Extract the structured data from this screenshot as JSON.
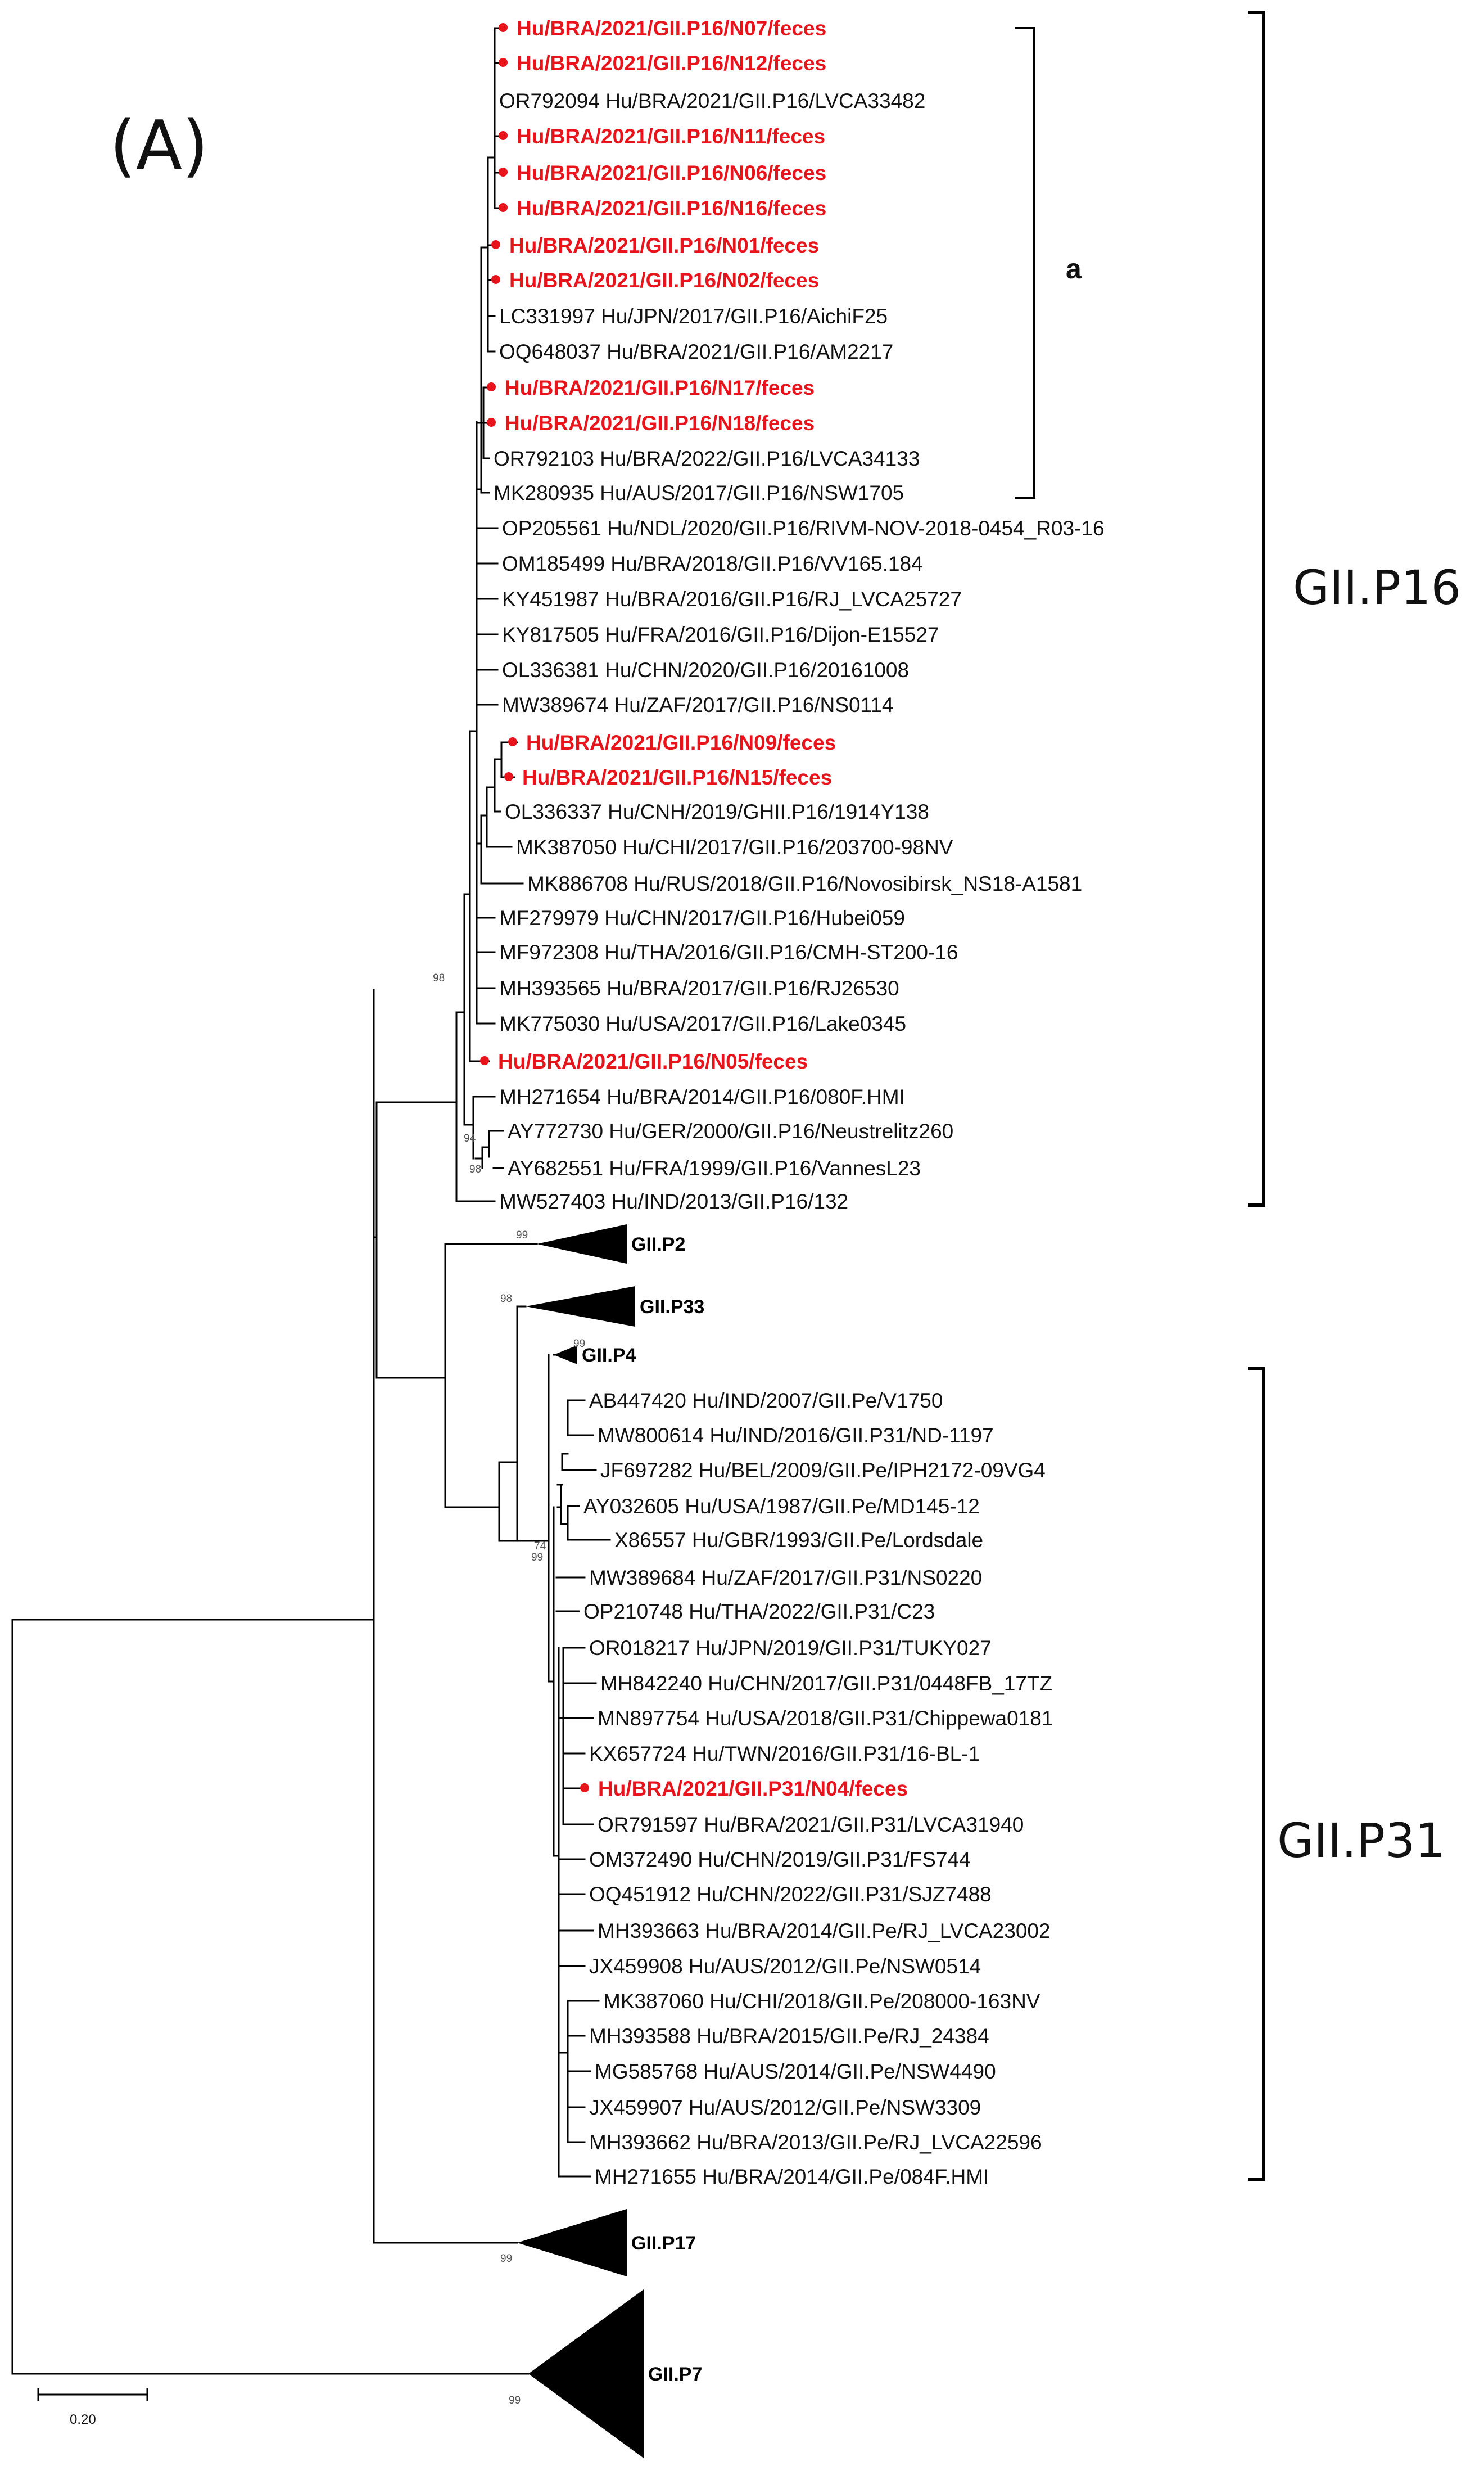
{
  "panel_label": "(A)",
  "subclade_label": "a",
  "genogroups": {
    "gii_p16": "GII.P16",
    "gii_p31": "GII.P31"
  },
  "highlight_color": "#e8141c",
  "leaves": [
    {
      "label": "Hu/BRA/2021/GII.P16/N07/feces",
      "hl": true
    },
    {
      "label": "Hu/BRA/2021/GII.P16/N12/feces",
      "hl": true
    },
    {
      "label": "OR792094 Hu/BRA/2021/GII.P16/LVCA33482",
      "hl": false
    },
    {
      "label": "Hu/BRA/2021/GII.P16/N11/feces",
      "hl": true
    },
    {
      "label": "Hu/BRA/2021/GII.P16/N06/feces",
      "hl": true
    },
    {
      "label": "Hu/BRA/2021/GII.P16/N16/feces",
      "hl": true
    },
    {
      "label": "Hu/BRA/2021/GII.P16/N01/feces",
      "hl": true
    },
    {
      "label": "Hu/BRA/2021/GII.P16/N02/feces",
      "hl": true
    },
    {
      "label": "LC331997 Hu/JPN/2017/GII.P16/AichiF25",
      "hl": false
    },
    {
      "label": "OQ648037 Hu/BRA/2021/GII.P16/AM2217",
      "hl": false
    },
    {
      "label": "Hu/BRA/2021/GII.P16/N17/feces",
      "hl": true
    },
    {
      "label": "Hu/BRA/2021/GII.P16/N18/feces",
      "hl": true
    },
    {
      "label": "OR792103 Hu/BRA/2022/GII.P16/LVCA34133",
      "hl": false
    },
    {
      "label": "MK280935 Hu/AUS/2017/GII.P16/NSW1705",
      "hl": false
    },
    {
      "label": "OP205561 Hu/NDL/2020/GII.P16/RIVM-NOV-2018-0454_R03-16",
      "hl": false
    },
    {
      "label": "OM185499 Hu/BRA/2018/GII.P16/VV165.184",
      "hl": false
    },
    {
      "label": "KY451987 Hu/BRA/2016/GII.P16/RJ_LVCA25727",
      "hl": false
    },
    {
      "label": "KY817505 Hu/FRA/2016/GII.P16/Dijon-E15527",
      "hl": false
    },
    {
      "label": "OL336381 Hu/CHN/2020/GII.P16/20161008",
      "hl": false
    },
    {
      "label": "MW389674 Hu/ZAF/2017/GII.P16/NS0114",
      "hl": false
    },
    {
      "label": "Hu/BRA/2021/GII.P16/N09/feces",
      "hl": true
    },
    {
      "label": "Hu/BRA/2021/GII.P16/N15/feces",
      "hl": true
    },
    {
      "label": "OL336337 Hu/CNH/2019/GHII.P16/1914Y138",
      "hl": false
    },
    {
      "label": "MK387050 Hu/CHI/2017/GII.P16/203700-98NV",
      "hl": false
    },
    {
      "label": "MK886708 Hu/RUS/2018/GII.P16/Novosibirsk_NS18-A1581",
      "hl": false
    },
    {
      "label": "MF279979 Hu/CHN/2017/GII.P16/Hubei059",
      "hl": false
    },
    {
      "label": "MF972308 Hu/THA/2016/GII.P16/CMH-ST200-16",
      "hl": false
    },
    {
      "label": "MH393565 Hu/BRA/2017/GII.P16/RJ26530",
      "hl": false
    },
    {
      "label": "MK775030 Hu/USA/2017/GII.P16/Lake0345",
      "hl": false
    },
    {
      "label": "Hu/BRA/2021/GII.P16/N05/feces",
      "hl": true
    },
    {
      "label": "MH271654 Hu/BRA/2014/GII.P16/080F.HMI",
      "hl": false
    },
    {
      "label": "AY772730 Hu/GER/2000/GII.P16/Neustrelitz260",
      "hl": false
    },
    {
      "label": "AY682551 Hu/FRA/1999/GII.P16/VannesL23",
      "hl": false
    },
    {
      "label": "MW527403 Hu/IND/2013/GII.P16/132",
      "hl": false
    },
    {
      "label": "GII.P2",
      "collapsed": true
    },
    {
      "label": "GII.P33",
      "collapsed": true
    },
    {
      "label": "GII.P4",
      "collapsed": true
    },
    {
      "label": "AB447420 Hu/IND/2007/GII.Pe/V1750",
      "hl": false
    },
    {
      "label": "MW800614 Hu/IND/2016/GII.P31/ND-1197",
      "hl": false
    },
    {
      "label": "JF697282 Hu/BEL/2009/GII.Pe/IPH2172-09VG4",
      "hl": false
    },
    {
      "label": "AY032605 Hu/USA/1987/GII.Pe/MD145-12",
      "hl": false
    },
    {
      "label": "X86557 Hu/GBR/1993/GII.Pe/Lordsdale",
      "hl": false
    },
    {
      "label": "MW389684 Hu/ZAF/2017/GII.P31/NS0220",
      "hl": false
    },
    {
      "label": "OP210748 Hu/THA/2022/GII.P31/C23",
      "hl": false
    },
    {
      "label": "OR018217 Hu/JPN/2019/GII.P31/TUKY027",
      "hl": false
    },
    {
      "label": "MH842240 Hu/CHN/2017/GII.P31/0448FB_17TZ",
      "hl": false
    },
    {
      "label": "MN897754 Hu/USA/2018/GII.P31/Chippewa0181",
      "hl": false
    },
    {
      "label": "KX657724 Hu/TWN/2016/GII.P31/16-BL-1",
      "hl": false
    },
    {
      "label": "Hu/BRA/2021/GII.P31/N04/feces",
      "hl": true
    },
    {
      "label": "OR791597 Hu/BRA/2021/GII.P31/LVCA31940",
      "hl": false
    },
    {
      "label": "OM372490 Hu/CHN/2019/GII.P31/FS744",
      "hl": false
    },
    {
      "label": "OQ451912 Hu/CHN/2022/GII.P31/SJZ7488",
      "hl": false
    },
    {
      "label": "MH393663 Hu/BRA/2014/GII.Pe/RJ_LVCA23002",
      "hl": false
    },
    {
      "label": "JX459908 Hu/AUS/2012/GII.Pe/NSW0514",
      "hl": false
    },
    {
      "label": "MK387060 Hu/CHI/2018/GII.Pe/208000-163NV",
      "hl": false
    },
    {
      "label": "MH393588 Hu/BRA/2015/GII.Pe/RJ_24384",
      "hl": false
    },
    {
      "label": "MG585768 Hu/AUS/2014/GII.Pe/NSW4490",
      "hl": false
    },
    {
      "label": "JX459907 Hu/AUS/2012/GII.Pe/NSW3309",
      "hl": false
    },
    {
      "label": "MH393662 Hu/BRA/2013/GII.Pe/RJ_LVCA22596",
      "hl": false
    },
    {
      "label": "MH271655 Hu/BRA/2014/GII.Pe/084F.HMI",
      "hl": false
    },
    {
      "label": "GII.P17",
      "collapsed": true
    },
    {
      "label": "GII.P7",
      "collapsed": true
    }
  ],
  "bootstrap": [
    "98",
    "94",
    "98",
    "99",
    "98",
    "99",
    "74",
    "99",
    "99",
    "99"
  ],
  "scale_bar": "0.20"
}
